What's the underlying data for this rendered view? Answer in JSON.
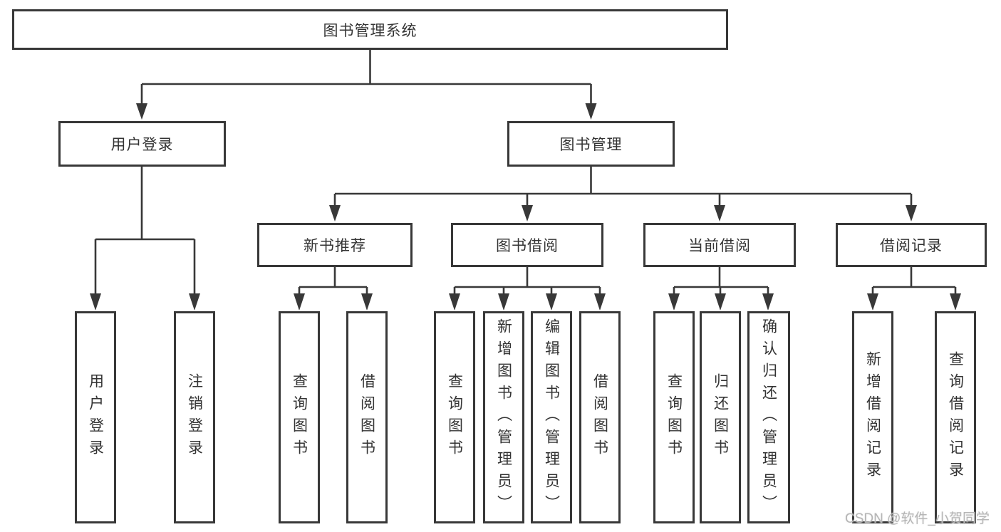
{
  "diagram": {
    "root": {
      "label": "图书管理系统"
    },
    "user_branch": {
      "label": "用户登录",
      "leaves": [
        "用户登录",
        "注销登录"
      ]
    },
    "book_branch": {
      "label": "图书管理",
      "children": [
        {
          "label": "新书推荐",
          "leaves": [
            "查询图书",
            "借阅图书"
          ]
        },
        {
          "label": "图书借阅",
          "leaves": [
            "查询图书",
            "新增图书（管理员）",
            "编辑图书（管理员）",
            "借阅图书"
          ]
        },
        {
          "label": "当前借阅",
          "leaves": [
            "查询图书",
            "归还图书",
            "确认归还（管理员）"
          ]
        },
        {
          "label": "借阅记录",
          "leaves": [
            "新增借阅记录",
            "查询借阅记录"
          ]
        }
      ]
    }
  },
  "watermark": {
    "text": "CSDN @软件_小贺同学"
  },
  "colors": {
    "line": "#383838",
    "text": "#333333",
    "watermark": "#b5b5b5",
    "background": "#ffffff"
  }
}
